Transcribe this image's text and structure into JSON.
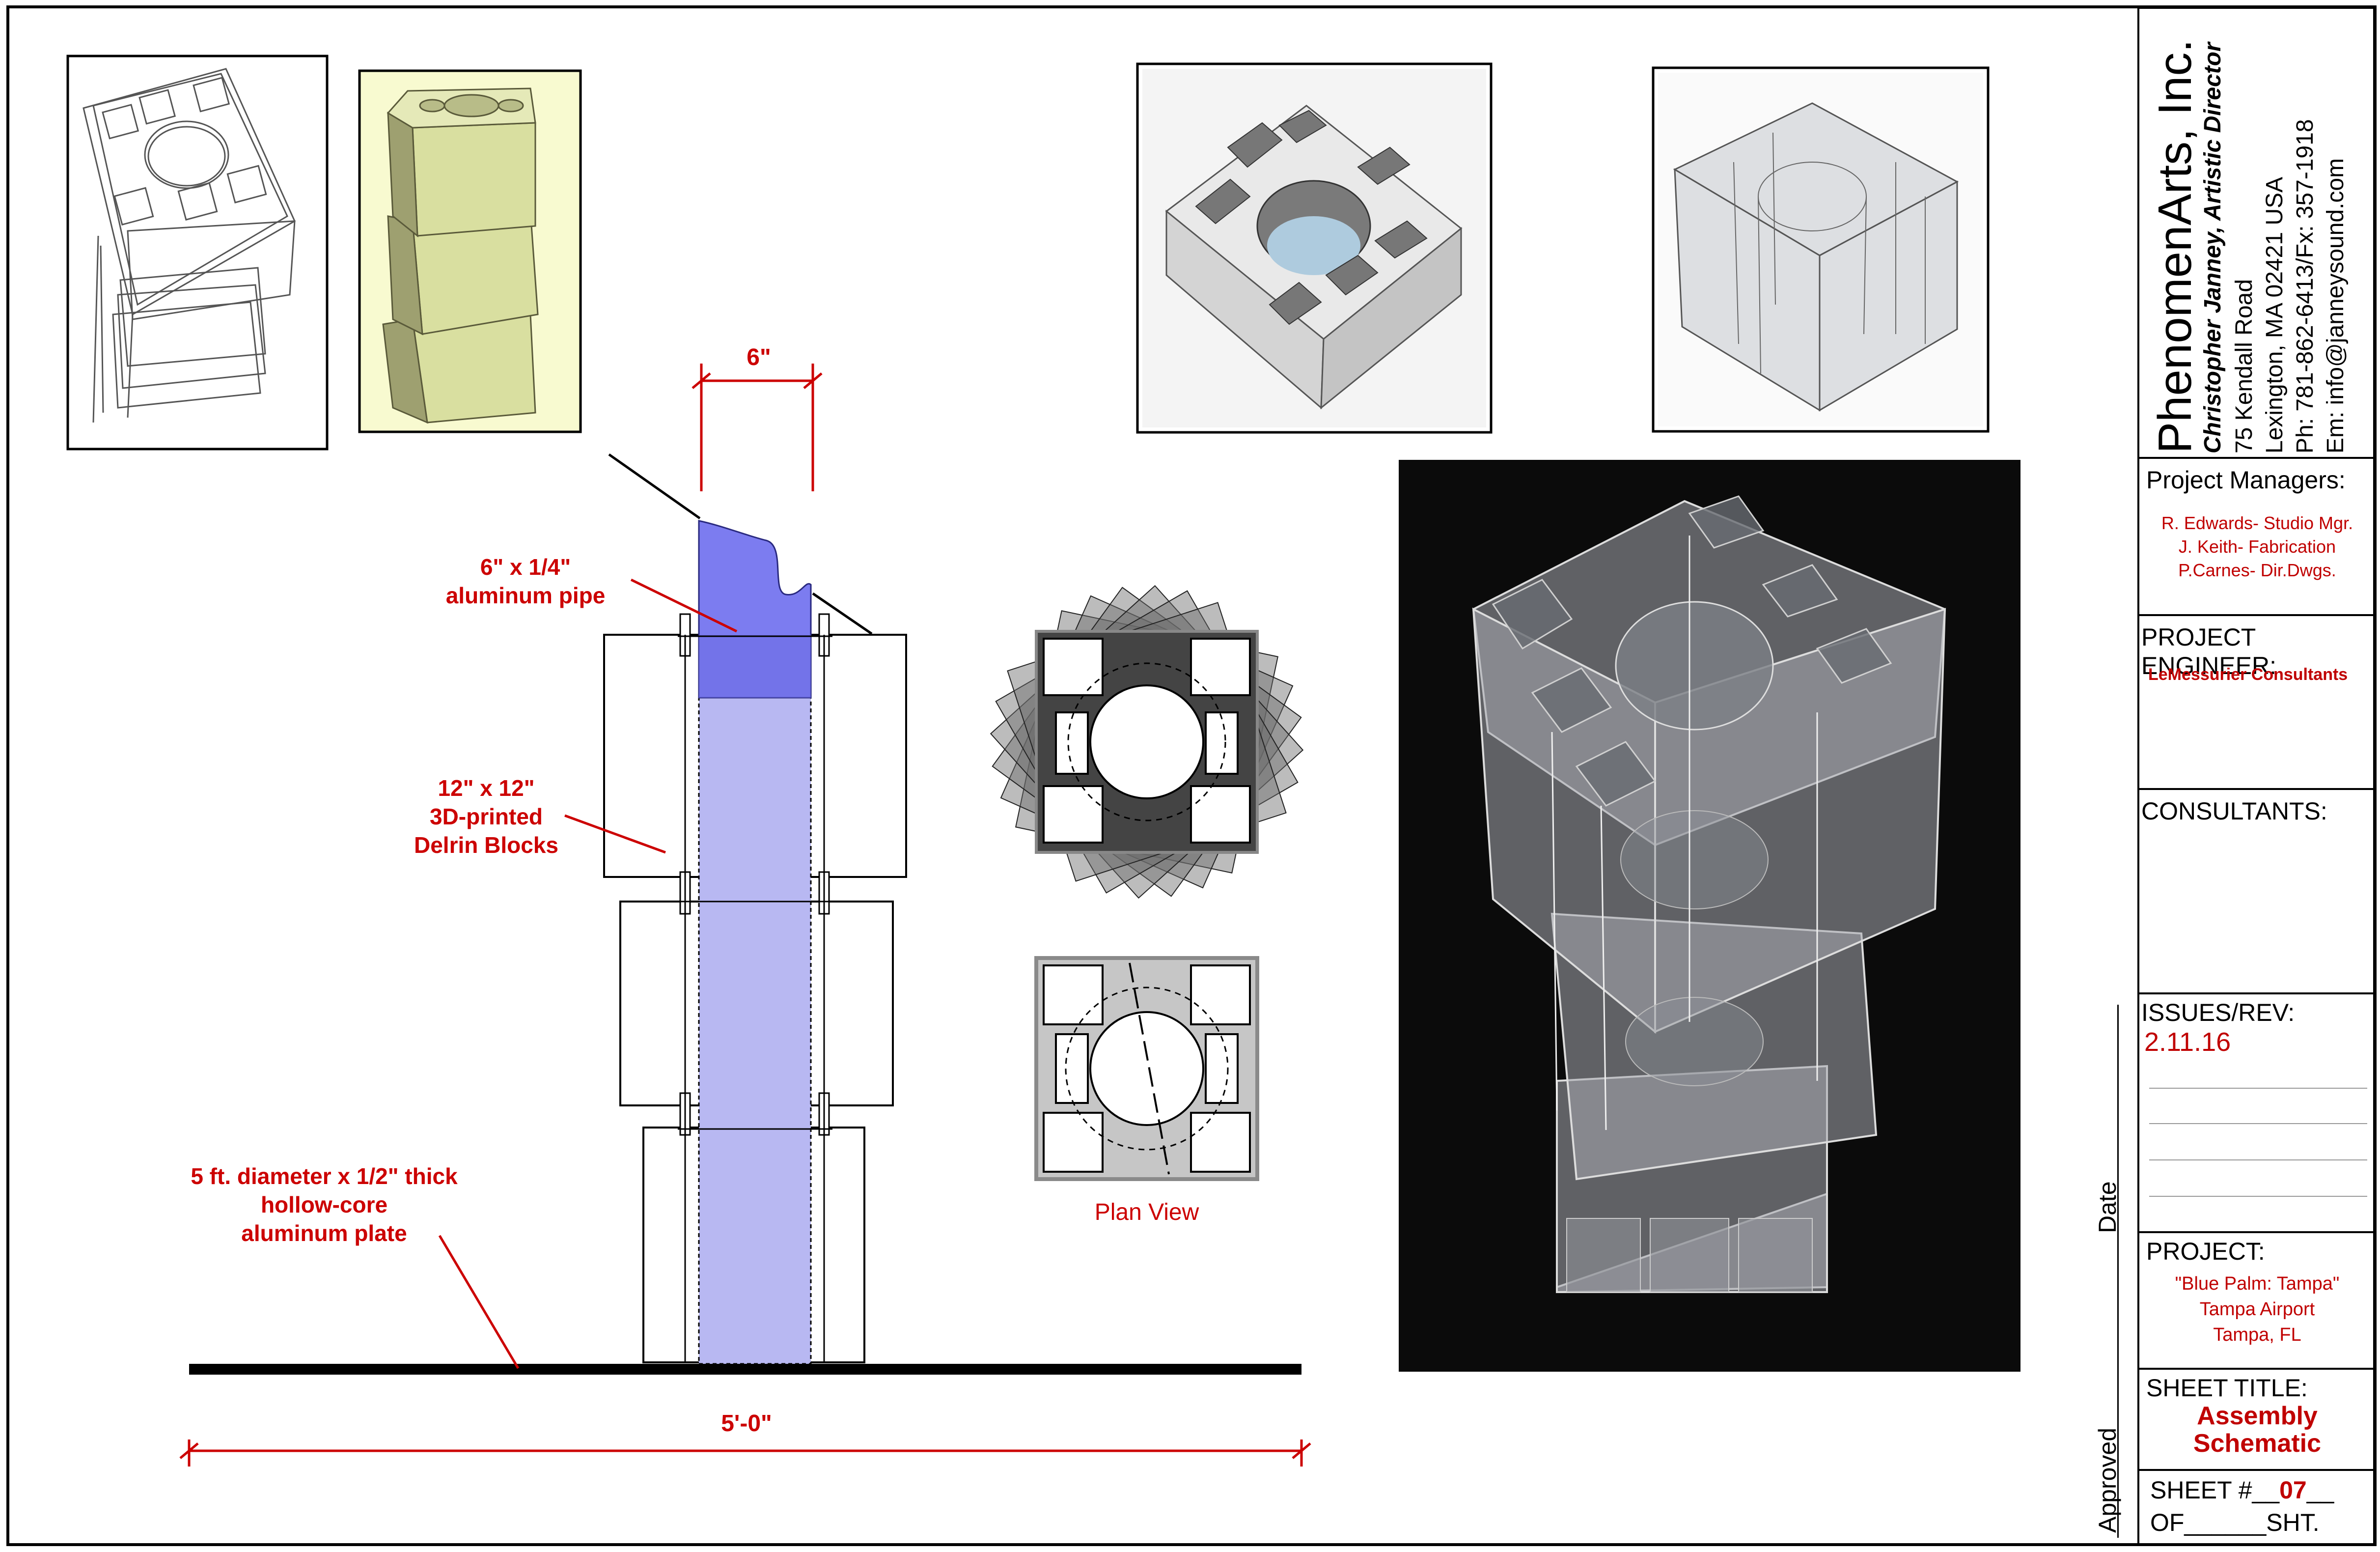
{
  "colors": {
    "annotation_red": "#cc0000",
    "pipe_blue": "#7c7cf0",
    "pipe_blue_light": "#b8b8f2",
    "render_background": "#0a0a0a",
    "sketch_yellow": "#f8fad0"
  },
  "drawing": {
    "pipe_label_line1": "6\" x 1/4\"",
    "pipe_label_line2": "aluminum pipe",
    "blocks_label_line1": "12\" x 12\"",
    "blocks_label_line2": "3D-printed",
    "blocks_label_line3": "Delrin Blocks",
    "plate_label_line1": "5 ft. diameter x 1/2\" thick",
    "plate_label_line2": "hollow-core",
    "plate_label_line3": "aluminum plate",
    "dim_top": "6\"",
    "dim_bottom": "5'-0\"",
    "plan_view_label": "Plan View"
  },
  "title_block": {
    "company": "PhenomenArts, Inc.",
    "director": "Christopher Janney, Artistic Director",
    "address_line1": "75 Kendall Road",
    "address_line2": "Lexington, MA 02421 USA",
    "phone": "Ph: 781-862-6413/Fx: 357-1918",
    "email": "Em: info@janneysound.com",
    "project_managers_heading": "Project Managers:",
    "project_managers": [
      "R. Edwards- Studio Mgr.",
      "J. Keith- Fabrication",
      "P.Carnes- Dir.Dwgs."
    ],
    "engineer_heading": "PROJECT ENGINEER:",
    "engineer": "LeMessurier Consultants",
    "consultants_heading": "CONSULTANTS:",
    "issues_heading": "ISSUES/REV:",
    "issue_date": "2.11.16",
    "project_heading": "PROJECT:",
    "project_lines": [
      "\"Blue Palm: Tampa\"",
      "Tampa Airport",
      "Tampa, FL"
    ],
    "sheet_title_heading": "SHEET TITLE:",
    "sheet_title_line1": "Assembly",
    "sheet_title_line2": "Schematic",
    "sheet_number_prefix": "SHEET #__",
    "sheet_number": "07",
    "sheet_number_suffix": "__",
    "of_sheets": "OF______SHT.",
    "date_label": "Date",
    "approved_label": "Approved"
  }
}
